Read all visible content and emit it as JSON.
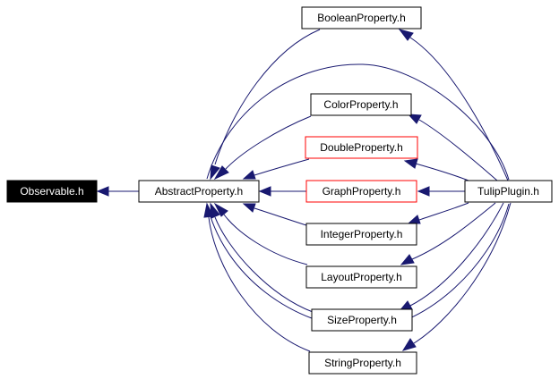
{
  "nodes": {
    "observable": {
      "label": "Observable.h"
    },
    "abstract": {
      "label": "AbstractProperty.h"
    },
    "boolean": {
      "label": "BooleanProperty.h"
    },
    "color": {
      "label": "ColorProperty.h"
    },
    "double": {
      "label": "DoubleProperty.h"
    },
    "graph": {
      "label": "GraphProperty.h"
    },
    "integer": {
      "label": "IntegerProperty.h"
    },
    "layout": {
      "label": "LayoutProperty.h"
    },
    "size": {
      "label": "SizeProperty.h"
    },
    "string": {
      "label": "StringProperty.h"
    },
    "tulip": {
      "label": "TulipPlugin.h"
    }
  },
  "colors": {
    "edge": "#191970",
    "node_border": "#000000",
    "highlight_border": "#ff0000",
    "selected_fill": "#000000"
  }
}
